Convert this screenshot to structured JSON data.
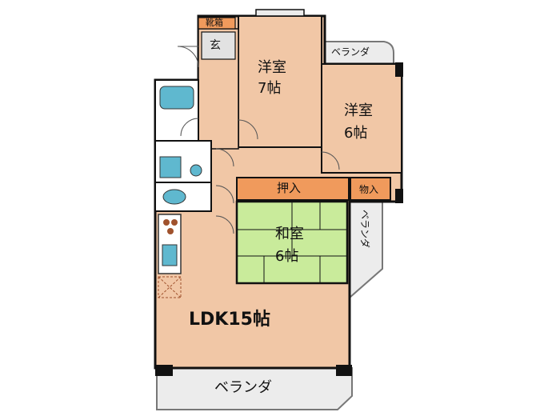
{
  "rooms": {
    "western_7": {
      "name": "洋室",
      "size": "7帖"
    },
    "western_6": {
      "name": "洋室",
      "size": "6帖"
    },
    "japanese_6": {
      "name": "和室",
      "size": "6帖"
    },
    "ldk": {
      "label": "LDK15帖"
    }
  },
  "storage": {
    "shoe_box": "靴箱",
    "entrance": "玄",
    "oshiire": "押入",
    "monoire": "物入"
  },
  "balconies": {
    "top_right": "ベランダ",
    "side_right": "ベランダ",
    "bottom": "ベランダ"
  },
  "colors": {
    "room_fill": "#f1c7a6",
    "tatami": "#c9eb9b",
    "storage": "#f09a5c",
    "balcony": "#ececec",
    "fixture": "#5fb8cf",
    "wall": "#111111",
    "entrance_floor": "#e2e2e2"
  }
}
